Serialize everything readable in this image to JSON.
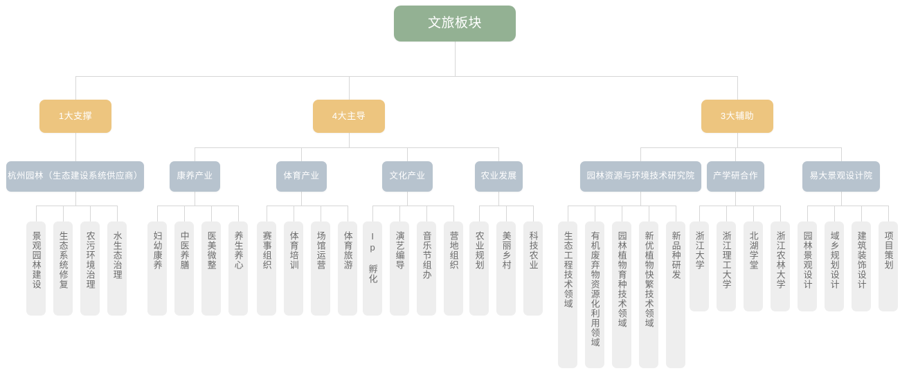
{
  "diagram": {
    "title": "文旅板块",
    "type": "organization-tree",
    "colors": {
      "root": "#93b193",
      "level2": "#edc57f",
      "level3": "#b7c3ce",
      "leaf": "#eeeeee",
      "connector": "#d6d6d6",
      "leaf_text": "#6b6b6b",
      "node_text": "#ffffff"
    },
    "root": {
      "label": "文旅板块"
    },
    "branches": [
      {
        "label": "1大支撑",
        "children": [
          {
            "label": "杭州园林（生态建设系统供应商）",
            "leaves": [
              "景观园林建设",
              "生态系统修复",
              "农污环境治理",
              "水生态治理"
            ]
          }
        ]
      },
      {
        "label": "4大主导",
        "children": [
          {
            "label": "康养产业",
            "leaves": [
              "妇幼康养",
              "中医养膳",
              "医美微整",
              "养生养心"
            ]
          },
          {
            "label": "体育产业",
            "leaves": [
              "赛事组织",
              "体育培训",
              "场馆运营",
              "体育旅游"
            ]
          },
          {
            "label": "文化产业",
            "leaves": [
              "Ip 孵化",
              "演艺编导",
              "音乐节组办",
              "营地组织"
            ]
          },
          {
            "label": "农业发展",
            "leaves": [
              "农业规划",
              "美丽乡村",
              "科技农业"
            ]
          }
        ]
      },
      {
        "label": "3大辅助",
        "children": [
          {
            "label": "园林资源与环境技术研究院",
            "leaves": [
              "生态工程技术领域",
              "有机废弃物资源化利用领域",
              "园林植物育种技术领域",
              "新优植物快繁技术领域",
              "新品种研发"
            ]
          },
          {
            "label": "产学研合作",
            "leaves": [
              "浙江大学",
              "浙江理工大学",
              "北湖学堂",
              "浙江农林大学"
            ]
          },
          {
            "label": "易大景观设计院",
            "leaves": [
              "园林景观设计",
              "域乡规划设计",
              "建筑装饰设计",
              "项目策划"
            ]
          }
        ]
      }
    ]
  }
}
